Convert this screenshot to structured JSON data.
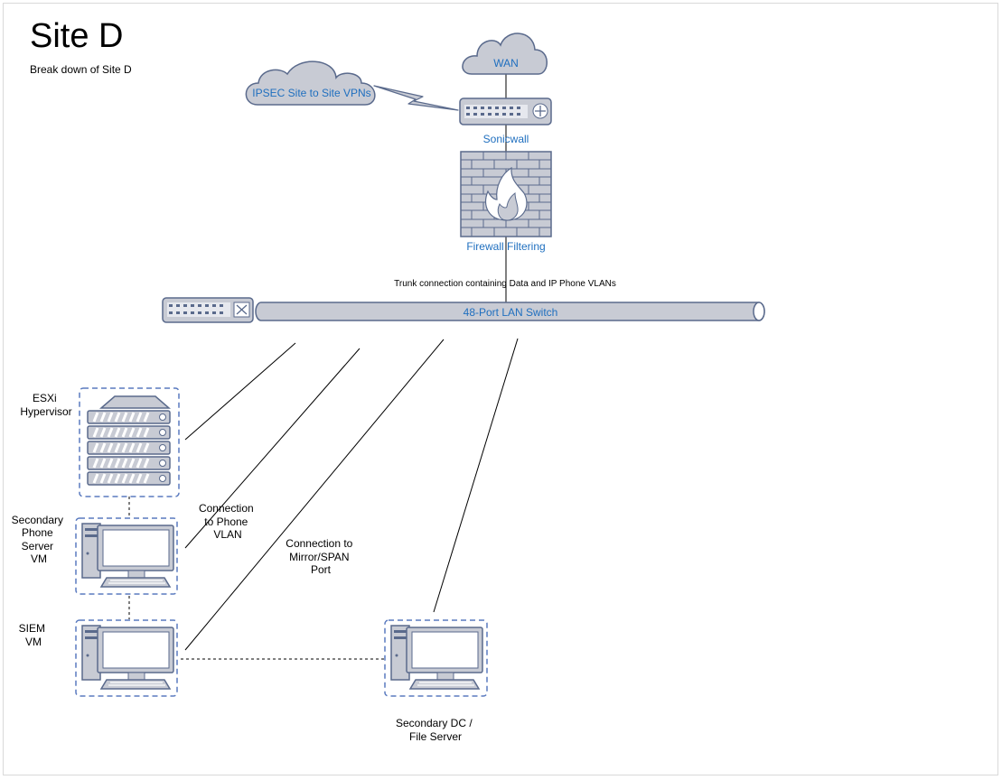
{
  "page": {
    "title": "Site D",
    "subtitle": "Break down of Site D"
  },
  "network": {
    "wan_label": "WAN",
    "vpn_label": "IPSEC Site to Site VPNs",
    "sonicwall_label": "Sonicwall",
    "firewall_label": "Firewall Filtering",
    "trunk_label": "Trunk connection containing Data and IP Phone VLANs",
    "switch_label": "48-Port LAN Switch"
  },
  "hosts": {
    "esxi": [
      "ESXi",
      "Hypervisor"
    ],
    "phone_server": [
      "Secondary",
      "Phone",
      "Server",
      "VM"
    ],
    "siem": [
      "SIEM",
      "VM"
    ],
    "dc": [
      "Secondary DC /",
      "File Server"
    ]
  },
  "annotations": {
    "phone_vlan": [
      "Connection",
      "to Phone",
      "VLAN"
    ],
    "mirror": [
      "Connection to",
      "Mirror/SPAN",
      "Port"
    ]
  },
  "colors": {
    "accent_blue": "#1f6fbf",
    "icon_fill": "#c8cbd4",
    "icon_stroke": "#5a6a8c",
    "line": "#000000"
  }
}
